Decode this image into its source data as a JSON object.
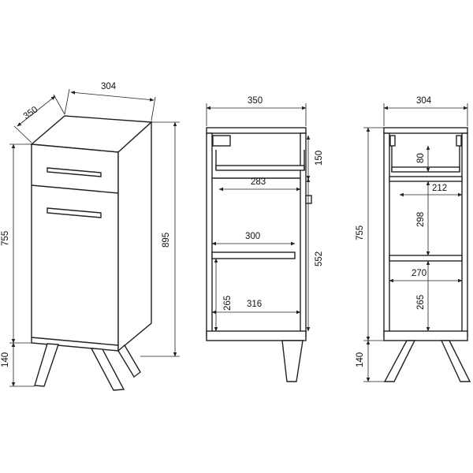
{
  "iso_view": {
    "dims": {
      "width_top": "304",
      "depth": "350",
      "height_body": "755",
      "height_total": "895",
      "leg_height": "140"
    }
  },
  "section_view": {
    "dims": {
      "width": "350",
      "drawer_height": "150",
      "drawer_inner": "283",
      "shelf_width": "300",
      "door_height": "552",
      "lower_height": "265",
      "bottom_width": "316"
    }
  },
  "front_view": {
    "dims": {
      "width": "304",
      "height_body": "755",
      "leg_height": "140",
      "drawer_inner": "80",
      "drawer_width": "212",
      "middle_height": "298",
      "shelf_width": "270",
      "lower_height": "265"
    }
  },
  "colors": {
    "line": "#222222",
    "background": "#ffffff"
  }
}
